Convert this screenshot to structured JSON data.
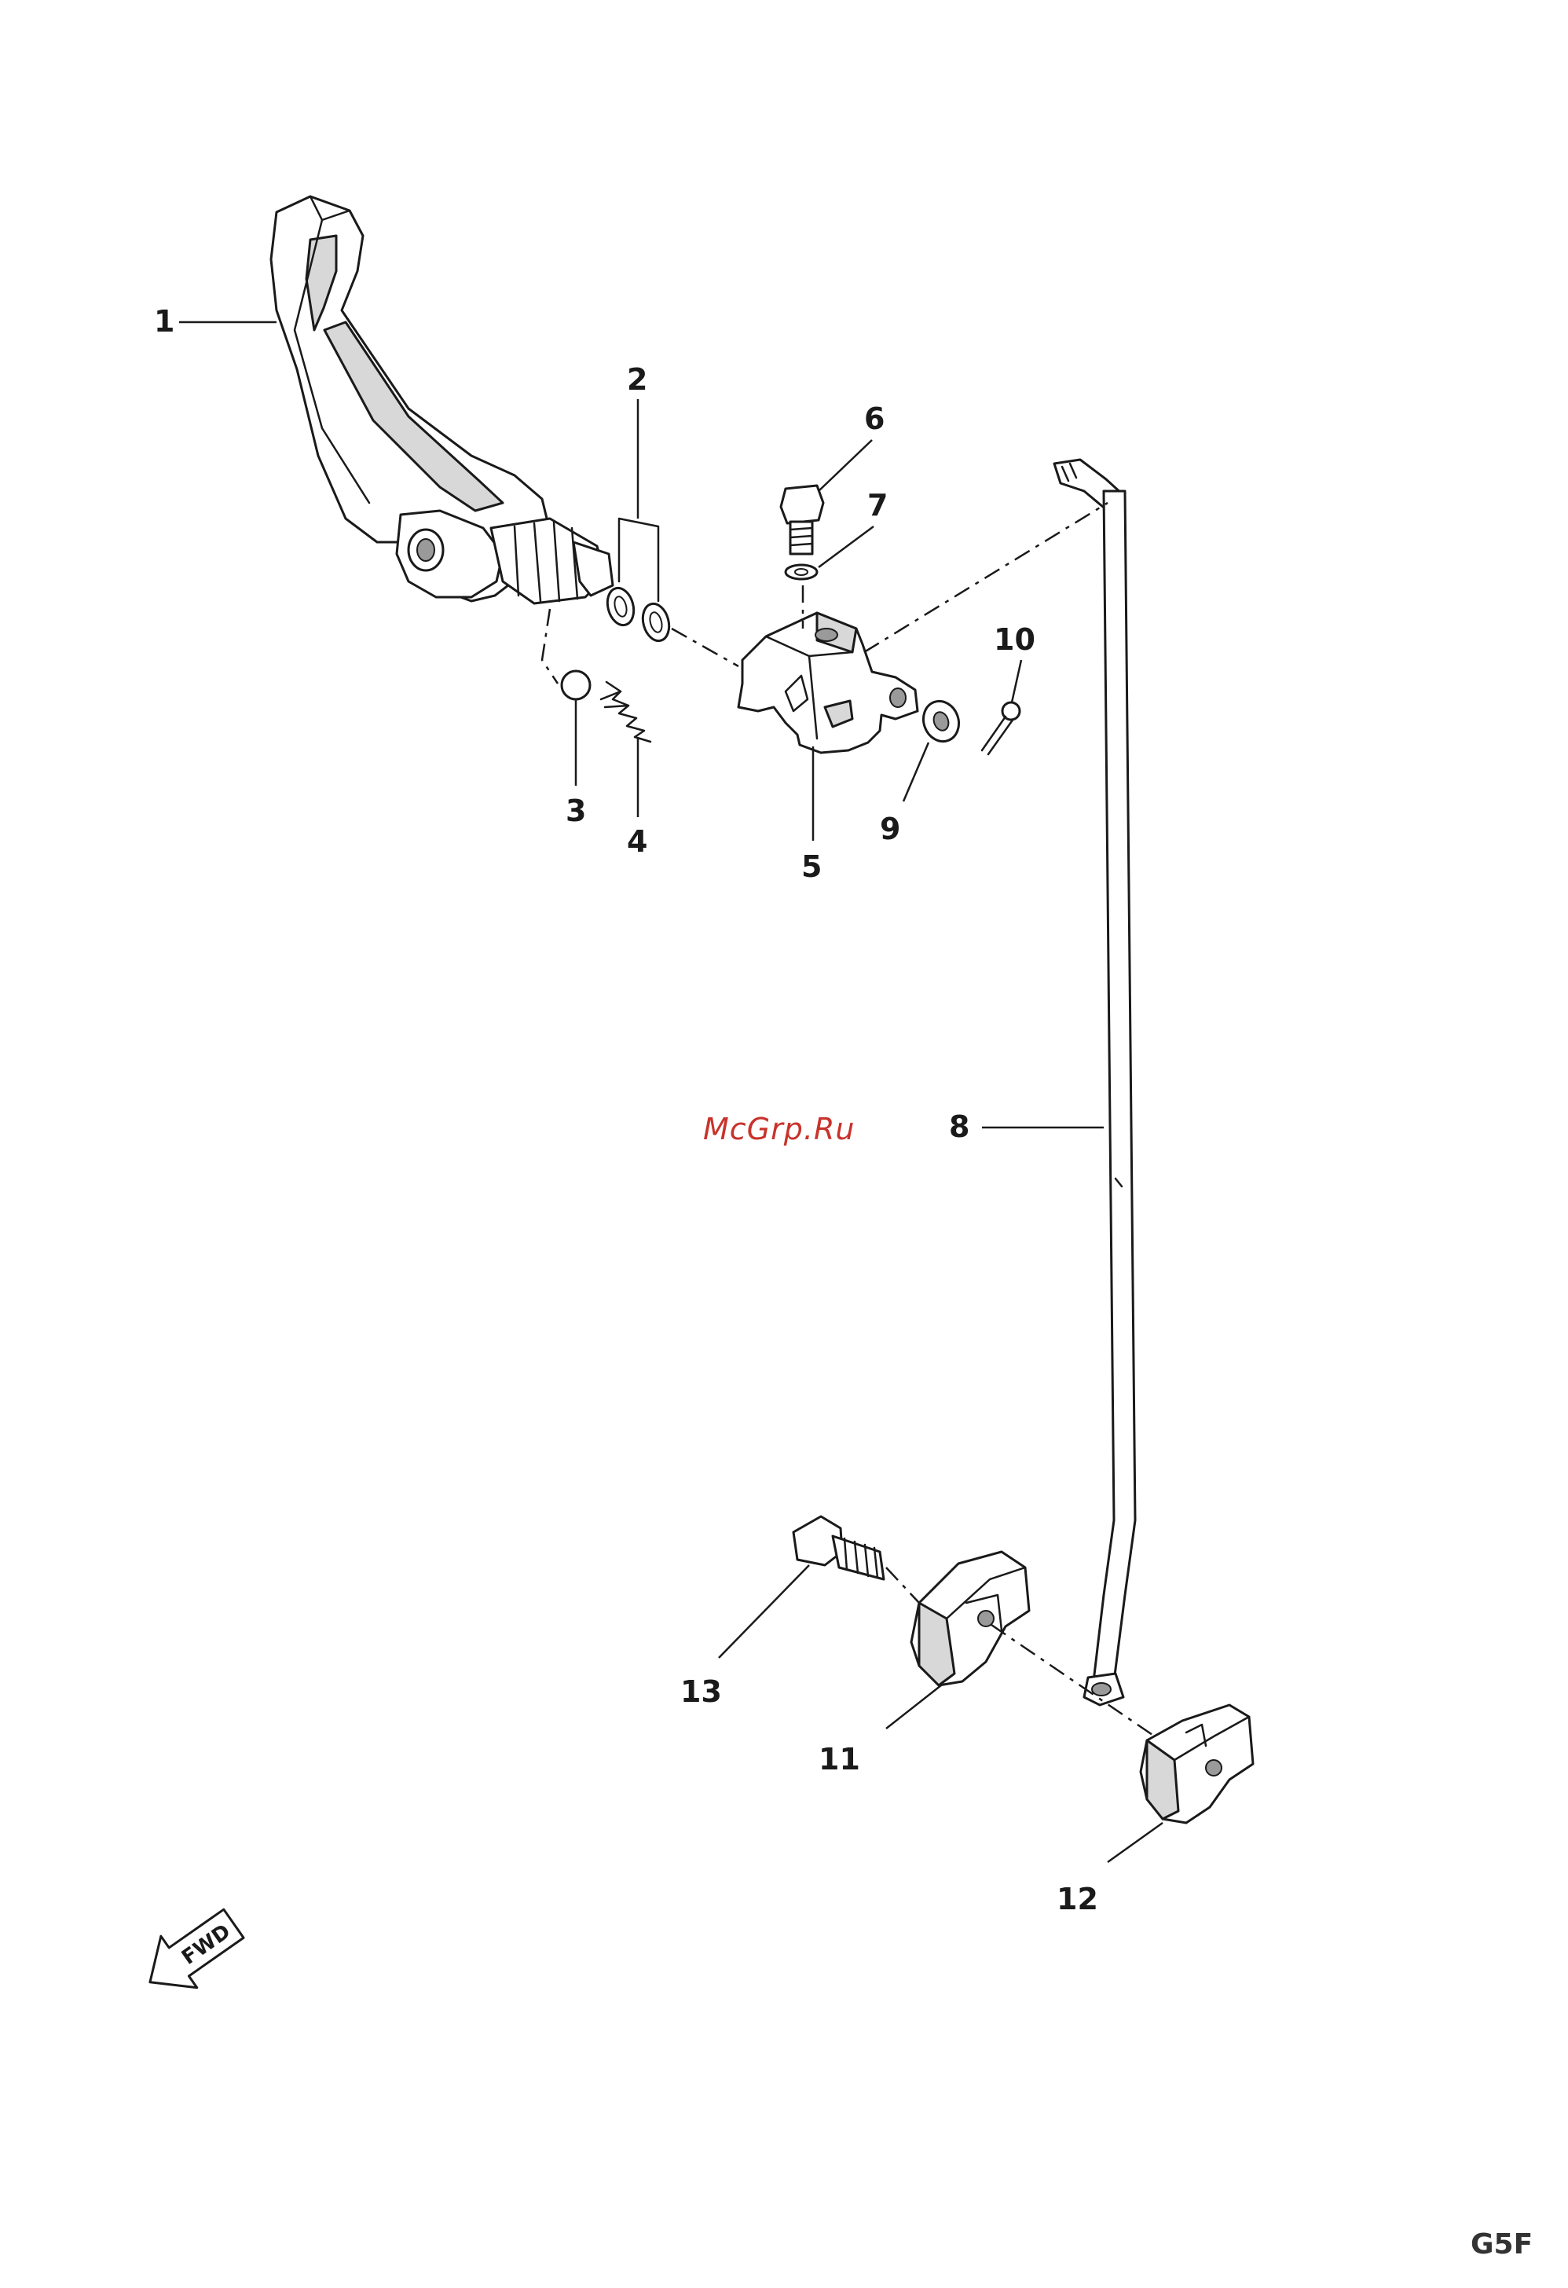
{
  "watermark": "McGrp.Ru",
  "diagram_code": "G5F",
  "direction_marker": {
    "label": "FWD",
    "icon": "fwd-arrow-icon"
  },
  "callouts": [
    {
      "id": "1",
      "label": "1"
    },
    {
      "id": "2",
      "label": "2"
    },
    {
      "id": "3",
      "label": "3"
    },
    {
      "id": "4",
      "label": "4"
    },
    {
      "id": "5",
      "label": "5"
    },
    {
      "id": "6",
      "label": "6"
    },
    {
      "id": "7",
      "label": "7"
    },
    {
      "id": "8",
      "label": "8"
    },
    {
      "id": "9",
      "label": "9"
    },
    {
      "id": "10",
      "label": "10"
    },
    {
      "id": "11",
      "label": "11"
    },
    {
      "id": "12",
      "label": "12"
    },
    {
      "id": "13",
      "label": "13"
    }
  ],
  "icons": [
    "brake-pedal-arm-icon",
    "o-ring-icon",
    "detent-ball-icon",
    "spring-icon",
    "pedal-bracket-icon",
    "bolt-icon",
    "lock-washer-icon",
    "brake-rod-icon",
    "washer-icon",
    "cotter-pin-icon",
    "brake-shoe-icon",
    "flange-bolt-icon"
  ]
}
